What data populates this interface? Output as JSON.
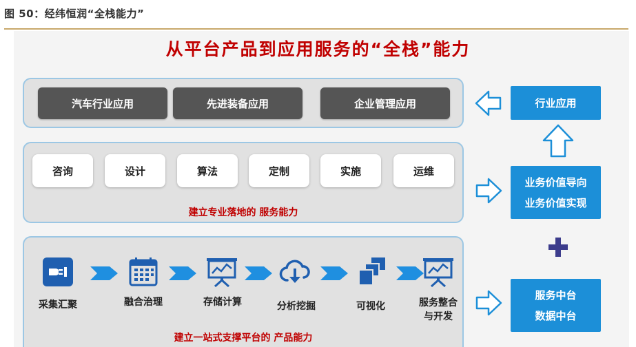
{
  "caption": "图 50：经纬恒润“全栈能力”",
  "title": "从平台产品到应用服务的“全栈”能力",
  "application_layer": {
    "buttons": [
      "汽车行业应用",
      "先进装备应用",
      "企业管理应用"
    ]
  },
  "service_layer": {
    "buttons": [
      "咨询",
      "设计",
      "算法",
      "定制",
      "实施",
      "运维"
    ],
    "caption": "建立专业落地的 服务能力"
  },
  "product_layer": {
    "steps": [
      {
        "label": "采集汇聚",
        "icon": "plug-icon"
      },
      {
        "label": "融合治理",
        "icon": "calendar-grid-icon"
      },
      {
        "label": "存储计算",
        "icon": "presentation-chart-icon"
      },
      {
        "label": "分析挖掘",
        "icon": "cloud-download-icon"
      },
      {
        "label": "可视化",
        "icon": "stacked-windows-icon"
      },
      {
        "label": "服务整合与开发",
        "label_lines": [
          "服务整合",
          "与开发"
        ],
        "icon": "presentation-chart-icon"
      }
    ],
    "caption": "建立一站式支撑平台的 产品能力"
  },
  "right_column": {
    "industry_app": "行业应用",
    "business_value": [
      "业务价值导向",
      "业务价值实现"
    ],
    "middle_platforms": [
      "服务中台",
      "数据中台"
    ]
  },
  "colors": {
    "accent_red": "#c00000",
    "brand_blue": "#1c8fd8",
    "dark_button": "#555555",
    "panel_border": "#9cc7e4",
    "chevron_blue": "#1f8fe0"
  }
}
